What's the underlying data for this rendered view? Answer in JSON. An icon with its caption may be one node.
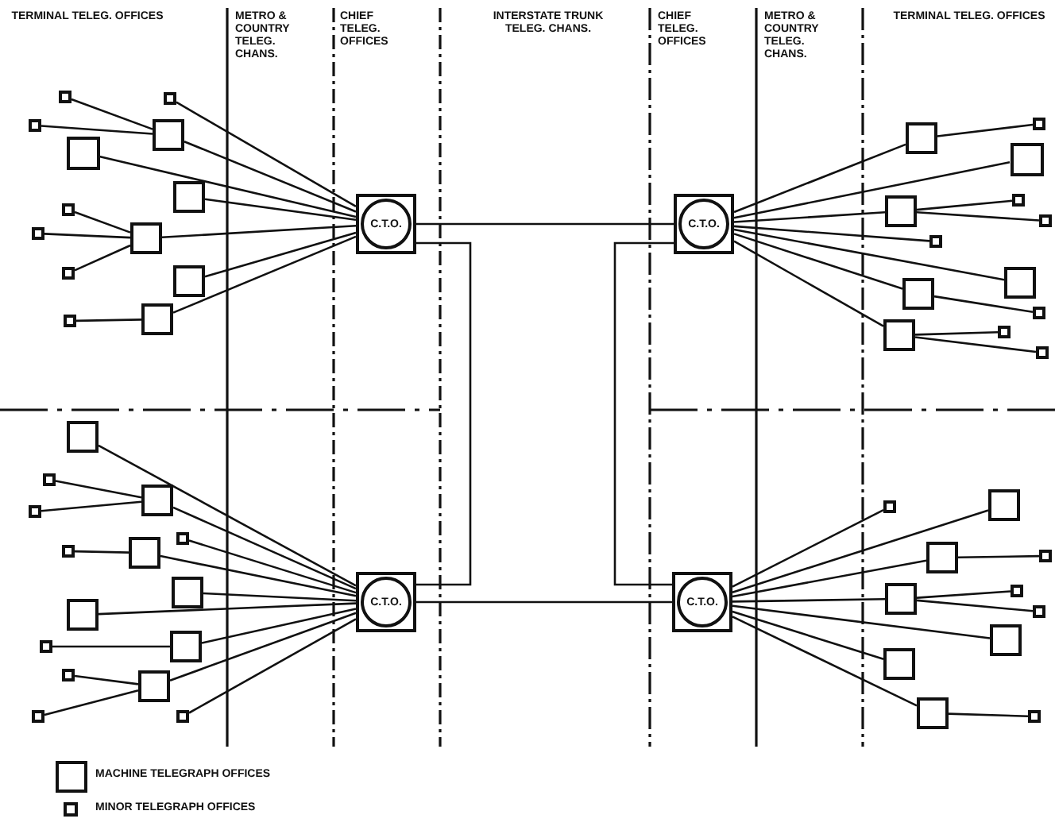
{
  "diagram": {
    "nodes": [
      {
        "text": [
          "C.T.O."
        ]
      },
      {
        "text": [],
        "shape": "box"
      },
      {
        "text": [],
        "shape": "box"
      },
      {
        "text": [],
        "shape": "box"
      },
      {
        "text": [],
        "shape": "box"
      },
      {
        "text": [],
        "shape": "box"
      },
      {
        "text": [],
        "shape": "box"
      },
      {
        "text": [],
        "shape": "box"
      },
      {
        "text": [],
        "shape": "box"
      },
      {
        "text": [],
        "shape": "box"
      },
      {
        "text": [],
        "shape": "box"
      },
      {
        "text": [],
        "shape": "box"
      },
      {
        "text": [],
        "shape": "box"
      },
      {
        "text": [],
        "shape": "box"
      },
      {
        "text": [
          "C.T.O."
        ]
      },
      {
        "text": [],
        "shape": "box"
      },
      {
        "text": [],
        "shape": "box"
      },
      {
        "text": [],
        "shape": "box"
      },
      {
        "text": [],
        "shape": "box"
      },
      {
        "text": [],
        "shape": "box"
      },
      {
        "text": [],
        "shape": "box"
      },
      {
        "text": [],
        "shape": "box"
      },
      {
        "text": [],
        "shape": "box"
      },
      {
        "text": [],
        "shape": "box"
      },
      {
        "text": [],
        "shape": "box"
      },
      {
        "text": [],
        "shape": "box"
      },
      {
        "text": [],
        "shape": "box"
      },
      {
        "text": [],
        "shape": "box"
      },
      {
        "text": [
          "C.T.O."
        ]
      },
      {
        "text": [],
        "shape": "box"
      },
      {
        "text": [],
        "shape": "box"
      },
      {
        "text": [],
        "shape": "box"
      },
      {
        "text": [],
        "shape": "box"
      },
      {
        "text": [],
        "shape": "box"
      },
      {
        "text": [],
        "shape": "box"
      },
      {
        "text": [],
        "shape": "box"
      },
      {
        "text": [],
        "shape": "box"
      },
      {
        "text": [],
        "shape": "box"
      },
      {
        "text": [],
        "shape": "box"
      },
      {
        "text": [],
        "shape": "box"
      },
      {
        "text": [],
        "shape": "box"
      },
      {
        "text": [],
        "shape": "box"
      },
      {
        "text": [],
        "shape": "box"
      },
      {
        "text": [],
        "shape": "box"
      },
      {
        "text": [
          "C.T.O."
        ]
      },
      {
        "text": [],
        "shape": "box"
      },
      {
        "text": [],
        "shape": "box"
      },
      {
        "text": [],
        "shape": "box"
      },
      {
        "text": [],
        "shape": "box"
      },
      {
        "text": [],
        "shape": "box"
      },
      {
        "text": [],
        "shape": "box"
      },
      {
        "text": [],
        "shape": "box"
      },
      {
        "text": [],
        "shape": "box"
      },
      {
        "text": [],
        "shape": "box"
      },
      {
        "text": [],
        "shape": "box"
      },
      {
        "text": [],
        "shape": "box"
      }
    ],
    "edges": [
      {
        "from": 0,
        "to": 4,
        "arrow": "none"
      },
      {
        "from": 4,
        "to": 1,
        "arrow": "none"
      },
      {
        "from": 4,
        "to": 3,
        "arrow": "none"
      },
      {
        "from": 0,
        "to": 2,
        "arrow": "none"
      },
      {
        "from": 0,
        "to": 5,
        "arrow": "none"
      },
      {
        "from": 0,
        "to": 6,
        "arrow": "none"
      },
      {
        "from": 0,
        "to": 9,
        "arrow": "none"
      },
      {
        "from": 9,
        "to": 7,
        "arrow": "none"
      },
      {
        "from": 9,
        "to": 8,
        "arrow": "none"
      },
      {
        "from": 9,
        "to": 10,
        "arrow": "none"
      },
      {
        "from": 0,
        "to": 11,
        "arrow": "none"
      },
      {
        "from": 0,
        "to": 13,
        "arrow": "none"
      },
      {
        "from": 13,
        "to": 12,
        "arrow": "none"
      },
      {
        "from": 14,
        "to": 16,
        "arrow": "none"
      },
      {
        "from": 16,
        "to": 15,
        "arrow": "none"
      },
      {
        "from": 14,
        "to": 17,
        "arrow": "none"
      },
      {
        "from": 14,
        "to": 19,
        "arrow": "none"
      },
      {
        "from": 19,
        "to": 18,
        "arrow": "none"
      },
      {
        "from": 19,
        "to": 20,
        "arrow": "none"
      },
      {
        "from": 14,
        "to": 21,
        "arrow": "none"
      },
      {
        "from": 14,
        "to": 22,
        "arrow": "none"
      },
      {
        "from": 14,
        "to": 23,
        "arrow": "none"
      },
      {
        "from": 23,
        "to": 24,
        "arrow": "none"
      },
      {
        "from": 14,
        "to": 26,
        "arrow": "none"
      },
      {
        "from": 26,
        "to": 25,
        "arrow": "none"
      },
      {
        "from": 26,
        "to": 27,
        "arrow": "none"
      },
      {
        "from": 28,
        "to": 29,
        "arrow": "none"
      },
      {
        "from": 28,
        "to": 31,
        "arrow": "none"
      },
      {
        "from": 31,
        "to": 30,
        "arrow": "none"
      },
      {
        "from": 31,
        "to": 32,
        "arrow": "none"
      },
      {
        "from": 28,
        "to": 33,
        "arrow": "none"
      },
      {
        "from": 28,
        "to": 35,
        "arrow": "none"
      },
      {
        "from": 35,
        "to": 34,
        "arrow": "none"
      },
      {
        "from": 28,
        "to": 36,
        "arrow": "none"
      },
      {
        "from": 28,
        "to": 37,
        "arrow": "none"
      },
      {
        "from": 28,
        "to": 39,
        "arrow": "none"
      },
      {
        "from": 39,
        "to": 38,
        "arrow": "none"
      },
      {
        "from": 28,
        "to": 41,
        "arrow": "none"
      },
      {
        "from": 41,
        "to": 40,
        "arrow": "none"
      },
      {
        "from": 41,
        "to": 42,
        "arrow": "none"
      },
      {
        "from": 28,
        "to": 43,
        "arrow": "none"
      },
      {
        "from": 44,
        "to": 46,
        "arrow": "none"
      },
      {
        "from": 44,
        "to": 45,
        "arrow": "none"
      },
      {
        "from": 44,
        "to": 48,
        "arrow": "none"
      },
      {
        "from": 48,
        "to": 47,
        "arrow": "none"
      },
      {
        "from": 44,
        "to": 50,
        "arrow": "none"
      },
      {
        "from": 50,
        "to": 49,
        "arrow": "none"
      },
      {
        "from": 50,
        "to": 51,
        "arrow": "none"
      },
      {
        "from": 44,
        "to": 52,
        "arrow": "none"
      },
      {
        "from": 44,
        "to": 53,
        "arrow": "none"
      },
      {
        "from": 44,
        "to": 54,
        "arrow": "none"
      },
      {
        "from": 54,
        "to": 55,
        "arrow": "none"
      },
      {
        "from": 0,
        "to": 14,
        "arrow": "none"
      },
      {
        "from": 0,
        "to": 28,
        "arrow": "none"
      },
      {
        "from": 14,
        "to": 44,
        "arrow": "none"
      },
      {
        "from": 28,
        "to": 44,
        "arrow": "none"
      }
    ],
    "labels": [
      "TERMINAL TELEG. OFFICES",
      "METRO & COUNTRY TELEG. CHANS.",
      "CHIEF TELEG. OFFICES",
      "INTERSTATE TRUNK TELEG. CHANS.",
      "CHIEF TELEG. OFFICES",
      "METRO & COUNTRY TELEG. CHANS.",
      "TERMINAL TELEG. OFFICES"
    ],
    "legend": [
      {
        "text": "MACHINE TELEGRAPH OFFICES"
      },
      {
        "text": "MINOR TELEGRAPH OFFICES"
      }
    ]
  }
}
